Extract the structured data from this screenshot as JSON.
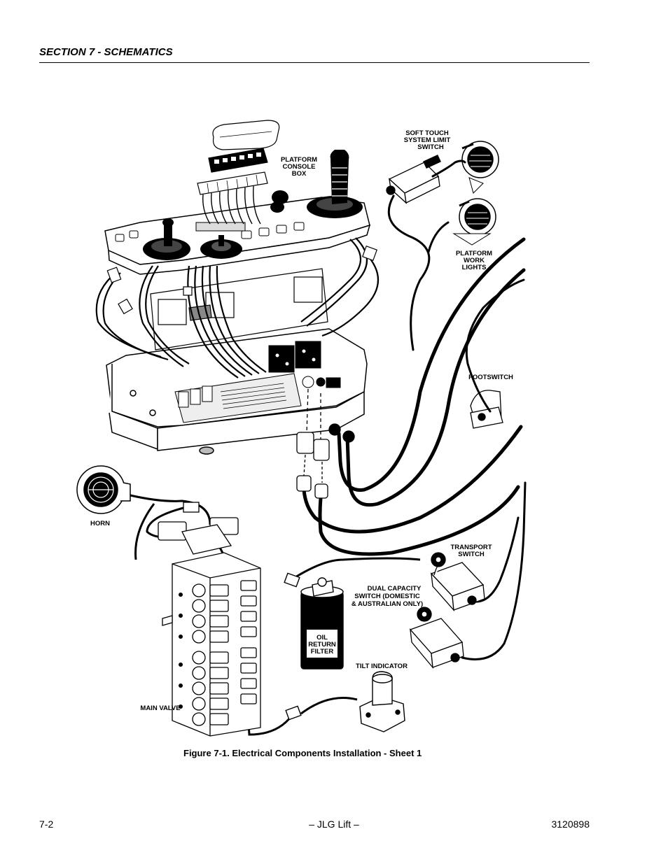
{
  "header": {
    "section": "SECTION 7 - SCHEMATICS"
  },
  "figure": {
    "labels": {
      "soft_touch_1": "SOFT TOUCH",
      "soft_touch_2": "SYSTEM LIMIT",
      "soft_touch_3": "SWITCH",
      "platform_console_1": "PLATFORM",
      "platform_console_2": "CONSOLE",
      "platform_console_3": "BOX",
      "work_lights_1": "PLATFORM",
      "work_lights_2": "WORK",
      "work_lights_3": "LIGHTS",
      "footswitch": "FOOTSWITCH",
      "horn": "HORN",
      "transport_1": "TRANSPORT",
      "transport_2": "SWITCH",
      "dual_capacity_1": "DUAL CAPACITY",
      "dual_capacity_2": "SWITCH (DOMESTIC",
      "dual_capacity_3": "& AUSTRALIAN ONLY)",
      "oil_filter_1": "OIL",
      "oil_filter_2": "RETURN",
      "oil_filter_3": "FILTER",
      "tilt_indicator": "TILT INDICATOR",
      "main_valve": "MAIN VALVE"
    },
    "caption": "Figure 7-1.  Electrical Components Installation - Sheet 1"
  },
  "footer": {
    "page": "7-2",
    "brand": "– JLG Lift –",
    "doc_number": "3120898"
  }
}
